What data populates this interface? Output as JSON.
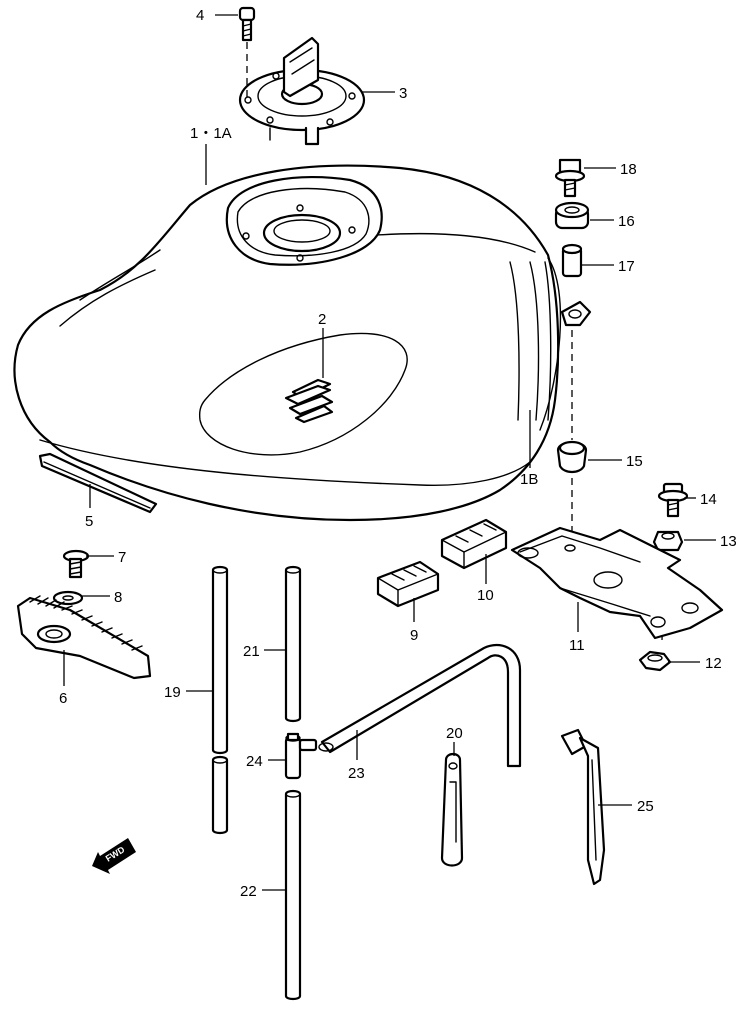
{
  "diagram": {
    "callouts": [
      {
        "id": "c4",
        "text": "4"
      },
      {
        "id": "c3",
        "text": "3"
      },
      {
        "id": "c1",
        "text": "1・1A"
      },
      {
        "id": "c18",
        "text": "18"
      },
      {
        "id": "c16",
        "text": "16"
      },
      {
        "id": "c17",
        "text": "17"
      },
      {
        "id": "c2",
        "text": "2"
      },
      {
        "id": "c1b",
        "text": "1B"
      },
      {
        "id": "c15",
        "text": "15"
      },
      {
        "id": "c5",
        "text": "5"
      },
      {
        "id": "c14",
        "text": "14"
      },
      {
        "id": "c13",
        "text": "13"
      },
      {
        "id": "c7",
        "text": "7"
      },
      {
        "id": "c8",
        "text": "8"
      },
      {
        "id": "c10",
        "text": "10"
      },
      {
        "id": "c9",
        "text": "9"
      },
      {
        "id": "c11",
        "text": "11"
      },
      {
        "id": "c12",
        "text": "12"
      },
      {
        "id": "c6",
        "text": "6"
      },
      {
        "id": "c21",
        "text": "21"
      },
      {
        "id": "c19",
        "text": "19"
      },
      {
        "id": "c20",
        "text": "20"
      },
      {
        "id": "c24",
        "text": "24"
      },
      {
        "id": "c23",
        "text": "23"
      },
      {
        "id": "c25",
        "text": "25"
      },
      {
        "id": "c22",
        "text": "22"
      }
    ],
    "fwd_arrow": {
      "text": "FWD"
    },
    "emblem": {
      "icon": "suzuki-s-emblem-icon"
    }
  }
}
